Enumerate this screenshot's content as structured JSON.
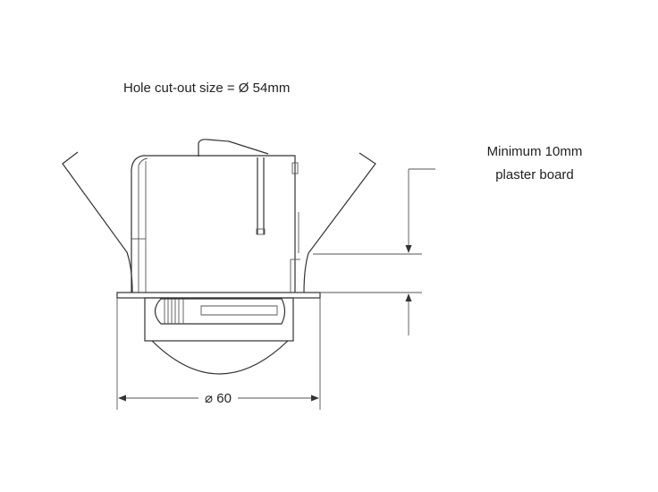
{
  "annotations": {
    "hole_cutout": "Hole cut-out size = Ø 54mm",
    "plaster_line1": "Minimum 10mm",
    "plaster_line2": "plaster board",
    "diameter": "⌀ 60"
  },
  "colors": {
    "line": "#333333",
    "background": "#ffffff"
  }
}
